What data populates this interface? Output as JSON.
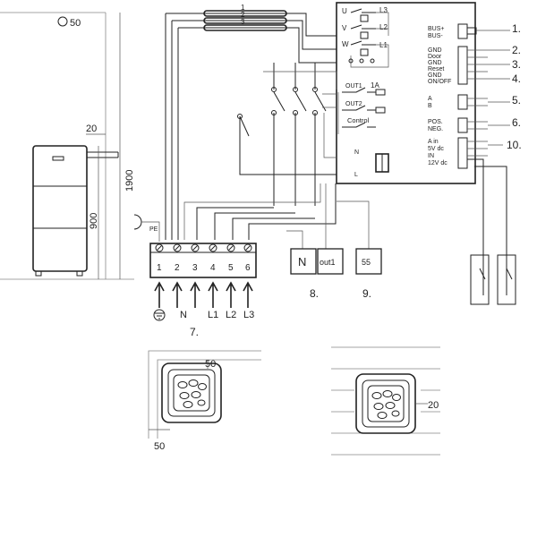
{
  "dimensions": {
    "top_mark": "50",
    "width_20": "20",
    "height_1900": "1900",
    "height_900": "900",
    "corner_50_top": "50",
    "corner_50_side": "50",
    "wall_20": "20"
  },
  "relay_box": {
    "phases": [
      "U",
      "V",
      "W"
    ],
    "relays": [
      "L3",
      "L2",
      "L1"
    ],
    "outputs": [
      "OUT1",
      "OUT2"
    ],
    "fuse": "1A",
    "control": "Control",
    "transformer_in": "N",
    "transformer_out": "L"
  },
  "cable_numbers": [
    "1",
    "2",
    "3"
  ],
  "right_terminals": [
    {
      "lines": [
        "BUS+",
        "BUS-"
      ],
      "number": "1."
    },
    {
      "lines": [
        "GND",
        "Door",
        "GND",
        "Reset",
        "GND",
        "ON/OFF"
      ],
      "number": "2."
    },
    {
      "lines": [
        "A",
        "B"
      ],
      "number": "5."
    },
    {
      "lines": [
        "POS.",
        "NEG."
      ],
      "number": "6."
    },
    {
      "lines": [
        "A in",
        "5V dc",
        "IN",
        "12V dc"
      ],
      "number": "10."
    }
  ],
  "extra_numbers": [
    "3.",
    "4."
  ],
  "terminal_block": {
    "pe": "PE",
    "numbers": [
      "1",
      "2",
      "3",
      "4",
      "5",
      "6"
    ],
    "supply": [
      "N",
      "L1",
      "L2",
      "L3"
    ],
    "label": "7."
  },
  "aux": [
    {
      "text": "N"
    },
    {
      "text": "out1",
      "label": "8."
    },
    {
      "text": "55",
      "label": "9."
    }
  ]
}
